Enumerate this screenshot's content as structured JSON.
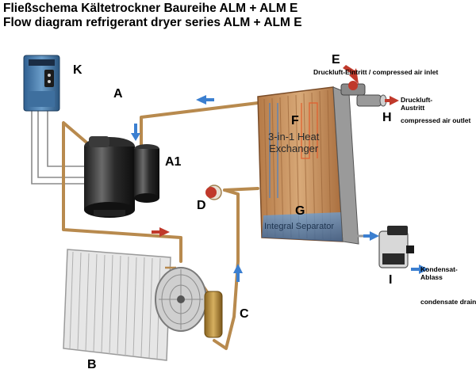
{
  "title": {
    "line1": "Fließschema Kältetrockner Baureihe ALM + ALM E",
    "line2": "Flow diagram refrigerant dryer series ALM + ALM E"
  },
  "labels": {
    "K": "K",
    "A": "A",
    "A1": "A1",
    "B": "B",
    "C": "C",
    "D": "D",
    "E": "E",
    "F": "F",
    "G": "G",
    "H": "H",
    "I": "I"
  },
  "annotations": {
    "inlet": "Druckluft-Eintritt / compressed air inlet",
    "outlet_de_1": "Druckluft-",
    "outlet_de_2": "Austritt",
    "outlet_en": "compressed air outlet",
    "drain_de_1": "Kondensat-",
    "drain_de_2": "Ablass",
    "drain_en": "condensate drain",
    "hx_1": "3-in-1 Heat",
    "hx_2": "Exchanger",
    "separator": "Integral Separator"
  },
  "colors": {
    "pipe": "#b88a4e",
    "arrow_blue": "#3b7fd0",
    "arrow_red": "#c0392b",
    "hx_copper": "#c9905c",
    "inverter": "#4a7fb0"
  }
}
